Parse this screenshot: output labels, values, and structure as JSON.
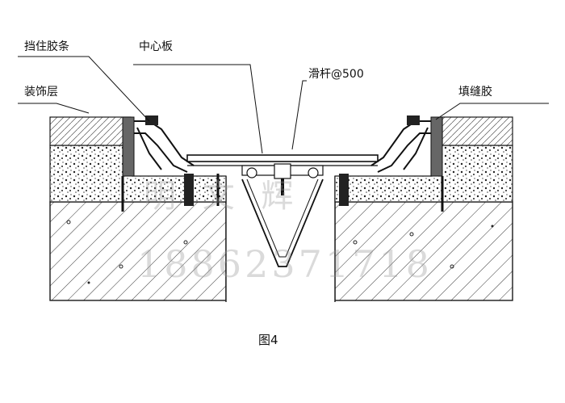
{
  "labels": {
    "rubber_strip": "挡住胶条",
    "center_plate": "中心板",
    "slide_bar": "滑杆@500",
    "finish_layer": "装饰层",
    "filler": "填缝胶"
  },
  "caption": "图4",
  "watermark": {
    "name": "明 文 辉",
    "phone": "18862371718"
  },
  "colors": {
    "line": "#1a1a1a",
    "hatch": "#333333",
    "watermark": "#999999"
  }
}
